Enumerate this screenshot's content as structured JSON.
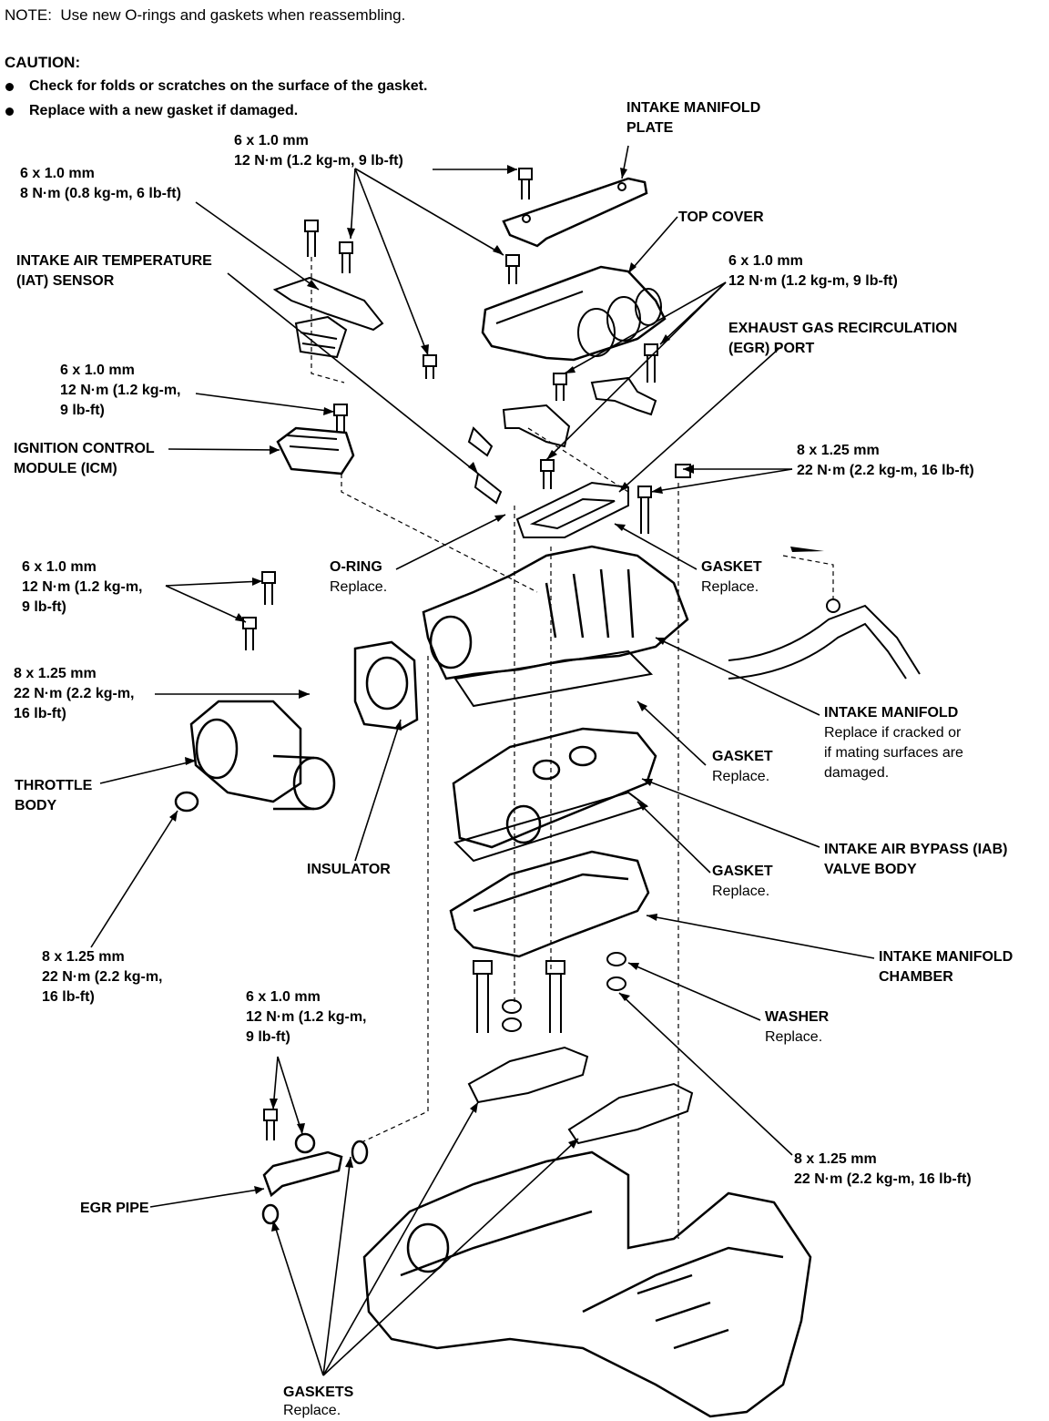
{
  "header": {
    "note": "NOTE:  Use new O-rings and gaskets when reassembling.",
    "caution_title": "CAUTION:",
    "caution_items": [
      "Check for folds or scratches on the surface of the gasket.",
      "Replace with a new gasket if damaged."
    ]
  },
  "labels": {
    "intake_manifold_plate": [
      "INTAKE MANIFOLD",
      "PLATE"
    ],
    "top_cover": "TOP COVER",
    "egr_port": [
      "EXHAUST GAS RECIRCULATION",
      "(EGR) PORT"
    ],
    "iat_sensor": [
      "INTAKE AIR TEMPERATURE",
      "(IAT) SENSOR"
    ],
    "icm": [
      "IGNITION CONTROL",
      "MODULE (ICM)"
    ],
    "o_ring": [
      "O-RING",
      "Replace."
    ],
    "gasket_upper": [
      "GASKET",
      "Replace."
    ],
    "intake_manifold": [
      "INTAKE MANIFOLD",
      "Replace if cracked or",
      "if mating surfaces are",
      "damaged."
    ],
    "gasket_middle": [
      "GASKET",
      "Replace."
    ],
    "iab_valve_body": [
      "INTAKE AIR BYPASS (IAB)",
      "VALVE BODY"
    ],
    "gasket_lower": [
      "GASKET",
      "Replace."
    ],
    "throttle_body": [
      "THROTTLE",
      "BODY"
    ],
    "insulator": "INSULATOR",
    "intake_manifold_chamber": [
      "INTAKE MANIFOLD",
      "CHAMBER"
    ],
    "washer": [
      "WASHER",
      "Replace."
    ],
    "egr_pipe": "EGR PIPE",
    "gaskets_bottom": [
      "GASKETS",
      "Replace."
    ]
  },
  "torque_specs": {
    "top_6x10": [
      "6 x 1.0 mm",
      "12 N·m (1.2 kg-m, 9 lb-ft)"
    ],
    "iat_6x10": [
      "6 x 1.0 mm",
      "8 N·m (0.8 kg-m, 6 lb-ft)"
    ],
    "right_6x10": [
      "6 x 1.0 mm",
      "12 N·m (1.2 kg-m, 9 lb-ft)"
    ],
    "icm_6x10": [
      "6 x 1.0 mm",
      "12 N·m (1.2 kg-m,",
      "9 lb-ft)"
    ],
    "right_8x125": [
      "8 x 1.25 mm",
      "22 N·m (2.2 kg-m, 16 lb-ft)"
    ],
    "throttle_6x10": [
      "6 x 1.0 mm",
      "12 N·m (1.2 kg-m,",
      "9 lb-ft)"
    ],
    "throttle_8x125": [
      "8 x 1.25 mm",
      "22 N·m (2.2 kg-m,",
      "16 lb-ft)"
    ],
    "lower_left_8x125": [
      "8 x 1.25 mm",
      "22 N·m (2.2 kg-m,",
      "16 lb-ft)"
    ],
    "egr_pipe_6x10": [
      "6 x 1.0 mm",
      "12 N·m (1.2 kg-m,",
      "9 lb-ft)"
    ],
    "washer_8x125": [
      "8 x 1.25 mm",
      "22 N·m (2.2 kg-m, 16 lb-ft)"
    ]
  }
}
